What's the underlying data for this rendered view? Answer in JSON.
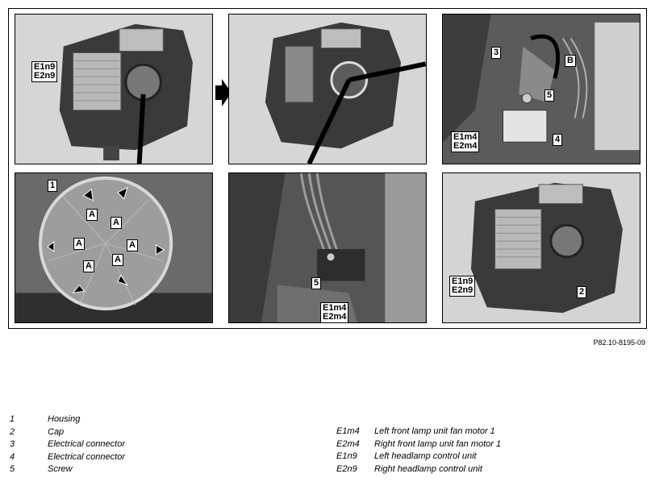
{
  "labels": {
    "e1n9_e2n9": "E1n9\nE2n9",
    "e1m4_e2m4": "E1m4\nE2m4",
    "n1": "1",
    "n2": "2",
    "n3": "3",
    "n4": "4",
    "n5": "5",
    "A": "A",
    "B": "B"
  },
  "reference": "P82.10-8195-09",
  "legend_left": [
    {
      "key": "1",
      "text": "Housing"
    },
    {
      "key": "2",
      "text": "Cap"
    },
    {
      "key": "3",
      "text": "Electrical connector"
    },
    {
      "key": "4",
      "text": "Electrical connector"
    },
    {
      "key": "5",
      "text": "Screw"
    }
  ],
  "legend_right": [
    {
      "key": "E1m4",
      "text": "Left front lamp unit fan motor 1"
    },
    {
      "key": "E2m4",
      "text": "Right front lamp unit fan motor 1"
    },
    {
      "key": "E1n9",
      "text": "Left headlamp control unit"
    },
    {
      "key": "E2n9",
      "text": "Right headlamp control unit"
    }
  ]
}
